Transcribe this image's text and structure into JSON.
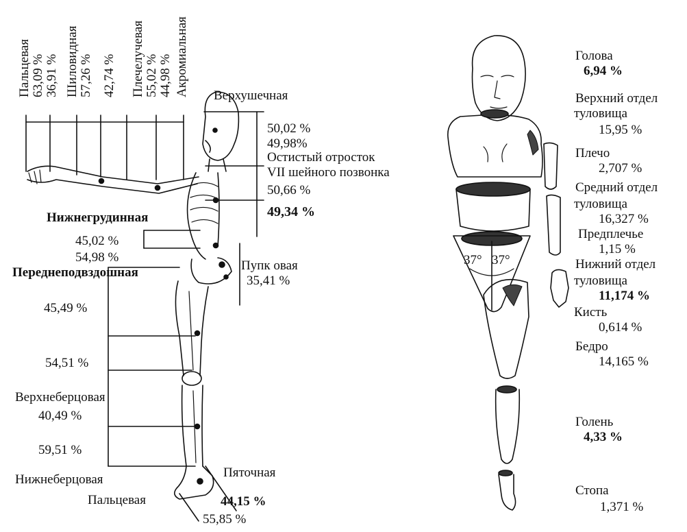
{
  "left_figure": {
    "vertical_labels": {
      "palcevaya": "Пальцевая",
      "p1": "63,09 %",
      "p2": "36,91 %",
      "shilovidnaya": "Шиловидная",
      "p3": "57,26 %",
      "p4": "42,74 %",
      "plecheluchevaya": "Плечелучевая",
      "p5": "55,02 %",
      "p6": "44,98 %",
      "akromialnaya": "Акромиальная"
    },
    "verhushechnaya": "Верхушечная",
    "head_top": "50,02 %",
    "head_bottom": "49,98%",
    "spinous_1": "Остистый отросток",
    "spinous_2": "VII шейного позвонка",
    "trunk_top": "50,66 %",
    "trunk_bottom": "49,34 %",
    "nizhnegrudinnaya": "Нижнегрудинная",
    "lower_trunk_top": "45,02 %",
    "lower_trunk_bottom": "54,98 %",
    "perednepodvzdoshnaya": "Переднеподвздошная",
    "pupk_label": "Пупк овая",
    "pupk_value": "35,41 %",
    "thigh_top": "45,49 %",
    "thigh_bottom": "54,51 %",
    "verhneberc": "Верхнеберцовая",
    "shin_top": "40,49 %",
    "shin_bottom": "59,51 %",
    "nizhneberc": "Нижнеберцовая",
    "pyatochnaya": "Пяточная",
    "palcevaya_foot": "Пальцевая",
    "foot_top": "44,15 %",
    "foot_bottom": "55,85 %"
  },
  "segments": [
    {
      "name": "Голова",
      "value": "6,94 %"
    },
    {
      "name_1": "Верхний отдел",
      "name_2": "туловища",
      "value": "15,95 %"
    },
    {
      "name": "Плечо",
      "value": "2,707 %"
    },
    {
      "name_1": "Средний отдел",
      "name_2": "туловища",
      "value": "16,327 %"
    },
    {
      "name": "Предплечье",
      "value": "1,15 %"
    },
    {
      "name_1": "Нижний отдел",
      "name_2": "туловища",
      "value": "11,174 %"
    },
    {
      "name": "Кисть",
      "value": "0,614 %"
    },
    {
      "name": "Бедро",
      "value": "14,165 %"
    },
    {
      "name": "Голень",
      "value": "4,33 %"
    },
    {
      "name": "Стопа",
      "value": "1,371 %"
    }
  ],
  "angles": {
    "left": "37°",
    "right": "37°"
  }
}
